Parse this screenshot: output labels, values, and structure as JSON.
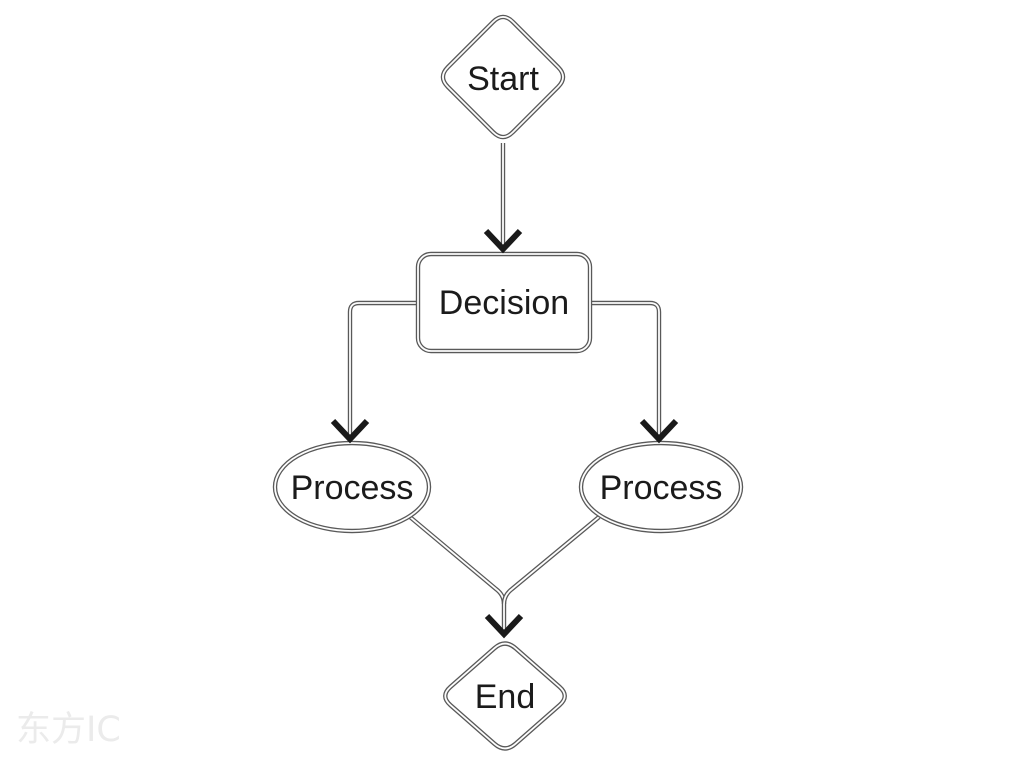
{
  "diagram": {
    "type": "flowchart",
    "background_color": "#ffffff",
    "shape_border_outer_color": "#595959",
    "shape_border_core_color": "#fdfdfd",
    "arrow_color": "#1a1a1a",
    "label_color": "#1b1b1b",
    "nodes": [
      {
        "id": "start",
        "shape": "rounded-diamond",
        "label": "Start"
      },
      {
        "id": "decision",
        "shape": "rounded-rectangle",
        "label": "Decision"
      },
      {
        "id": "process-left",
        "shape": "ellipse",
        "label": "Process"
      },
      {
        "id": "process-right",
        "shape": "ellipse",
        "label": "Process"
      },
      {
        "id": "end",
        "shape": "rounded-diamond",
        "label": "End"
      }
    ],
    "edges": [
      {
        "from": "start",
        "to": "decision",
        "arrow": true
      },
      {
        "from": "decision",
        "to": "process-left",
        "arrow": true
      },
      {
        "from": "decision",
        "to": "process-right",
        "arrow": true
      },
      {
        "from": "process-left",
        "to": "end",
        "arrow": true
      },
      {
        "from": "process-right",
        "to": "end",
        "arrow": true
      }
    ]
  },
  "watermark": {
    "text": "东方IC"
  }
}
